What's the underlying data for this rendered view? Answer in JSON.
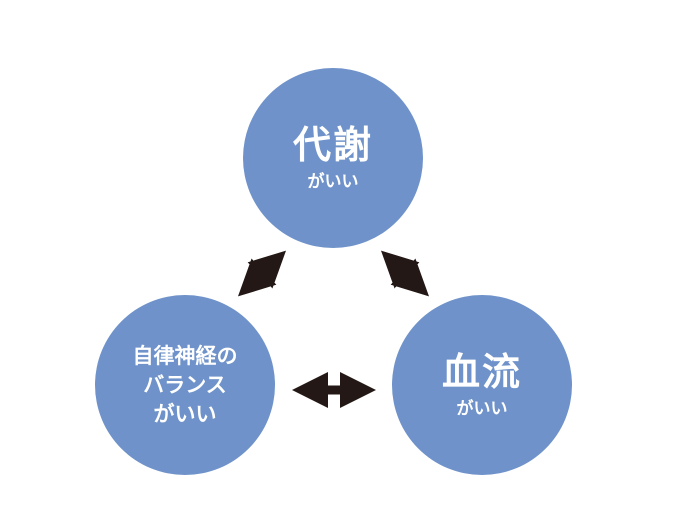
{
  "colors": {
    "circle": "#6e92c9",
    "arrow": "#231815"
  },
  "top": {
    "title": "代謝",
    "sub": "がいい"
  },
  "left": {
    "line1": "自律神経の",
    "line2": "バランス",
    "line3": "がいい"
  },
  "right": {
    "title": "血流",
    "sub": "がいい"
  }
}
